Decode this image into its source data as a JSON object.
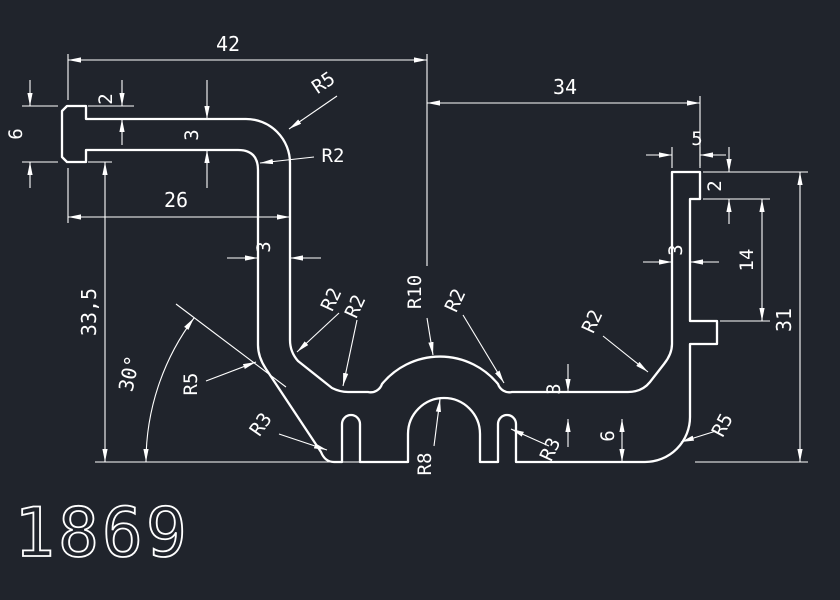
{
  "colors": {
    "background": "#20242c",
    "line": "#ffffff"
  },
  "drawing": {
    "part_number": "1869",
    "dimensions": {
      "top_width": "42",
      "top_right_width": "34",
      "cap_height": "6",
      "cap_offset": "2",
      "arm_thickness": "3",
      "arm_length": "26",
      "overall_height_left": "33,5",
      "web_thickness": "3",
      "slope_angle": "30°",
      "radius_top_outer": "R5",
      "radius_top_inner": "R2",
      "radius_left_corner": "R5",
      "radius_slope_upper": "R2",
      "radius_slope_lower": "R2",
      "radius_dome_outer": "R10",
      "radius_dome_foot": "R2",
      "radius_foot_left": "R3",
      "radius_dome_inner": "R8",
      "radius_foot_right": "R3",
      "radius_right_inner": "R2",
      "base_step": "3",
      "base_height": "6",
      "radius_right_outer": "R5",
      "lip_width": "5",
      "lip_thickness": "2",
      "channel_depth": "14",
      "wall_thickness": "3",
      "overall_height_right": "31"
    }
  }
}
